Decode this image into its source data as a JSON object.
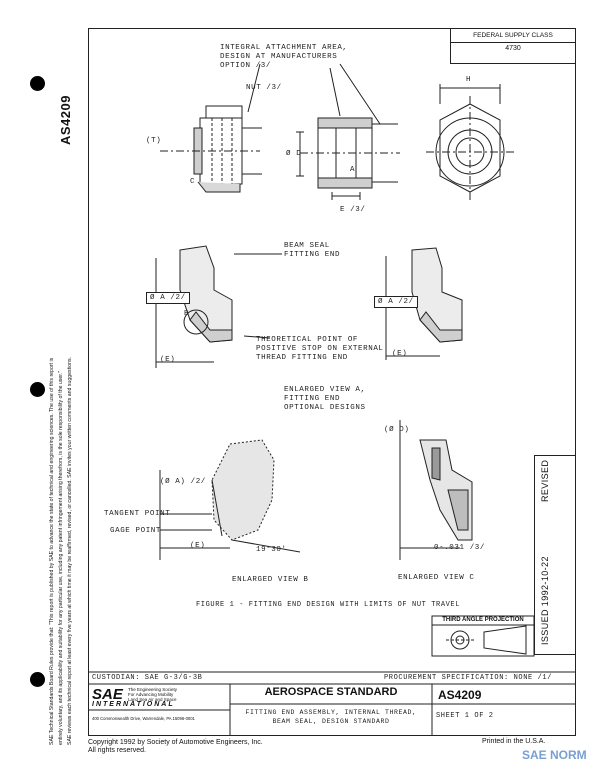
{
  "document_number": "AS4209",
  "federal_supply": {
    "label": "FEDERAL SUPPLY CLASS",
    "value": "4730"
  },
  "disclaimer": {
    "line1": "SAE Technical Standards Board Rules provide that: \"This report is published by SAE to advance the state of technical and engineering sciences. The use of this report is",
    "line2": "entirely voluntary, and its applicability and suitability for any particular use, including any patent infringement arising therefrom, is the sole responsibility of the user.\"",
    "line3": "SAE reviews each technical report at least every five years at which time it may be reaffirmed, revised, or cancelled. SAE invites your written comments and suggestions."
  },
  "revision": {
    "issued": "ISSUED 1992-10-22",
    "revised": "REVISED"
  },
  "drawing_labels": {
    "integral_attachment": [
      "INTEGRAL ATTACHMENT AREA,",
      "DESIGN AT MANUFACTURERS",
      "OPTION /3/"
    ],
    "nut": "NUT /3/",
    "t": "(T)",
    "c": "C",
    "phi_d": "Ø D",
    "a": "A",
    "e3": "E /3/",
    "h": "H",
    "beam_seal": [
      "BEAM SEAL",
      "FITTING END"
    ],
    "phi_a_left": "Ø A /2/",
    "phi_a_right": "Ø A /2/",
    "b": "B",
    "theoretical": [
      "THEORETICAL POINT OF",
      "POSITIVE STOP ON EXTERNAL",
      "THREAD FITTING END"
    ],
    "e_left": "(E)",
    "e_right": "(E)",
    "enlarged_a": [
      "ENLARGED VIEW A,",
      "FITTING END",
      "OPTIONAL DESIGNS"
    ],
    "phi_d_c": "(Ø D)",
    "phi_a_b": "(Ø A) /2/",
    "tangent": "TANGENT POINT",
    "gage": "GAGE POINT",
    "e_b": "(E)",
    "angle": "19°30'",
    "dim_c": "0-.031 /3/",
    "view_b": "ENLARGED VIEW B",
    "view_c": "ENLARGED VIEW C"
  },
  "figure_caption": "FIGURE 1 - FITTING END DESIGN WITH LIMITS OF NUT TRAVEL",
  "projection": "THIRD ANGLE PROJECTION",
  "custodian": "CUSTODIAN: SAE G-3/G-3B",
  "procurement": "PROCUREMENT SPECIFICATION: NONE /1/",
  "sae": {
    "logo": "SAE",
    "tagline": [
      "The Engineering Society",
      "For Advancing Mobility",
      "Land Sea Air and Space"
    ],
    "international": "INTERNATIONAL",
    "address": "400 Commonwealth Drive, Warrendale, PA 15096-0001"
  },
  "standard_title": "AEROSPACE STANDARD",
  "description": [
    "FITTING END ASSEMBLY, INTERNAL THREAD,",
    "BEAM SEAL, DESIGN STANDARD"
  ],
  "sheet": "SHEET 1 OF 2",
  "copyright": [
    "Copyright 1992  by Society of Automotive Engineers, Inc.",
    "All rights reserved."
  ],
  "printed": "Printed in the U.S.A.",
  "watermark": "SAE NORM"
}
